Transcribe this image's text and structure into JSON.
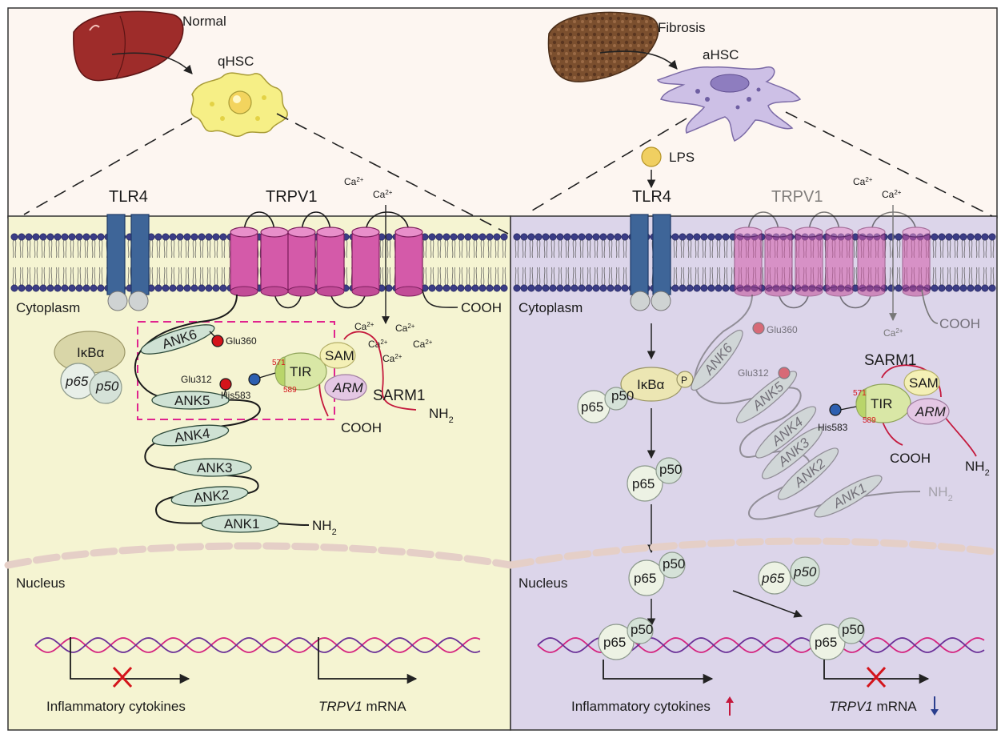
{
  "top": {
    "normal_label": "Normal",
    "qhsc_label": "qHSC",
    "fibrosis_label": "Fibrosis",
    "ahsc_label": "aHSC",
    "lps_label": "LPS"
  },
  "left_panel": {
    "tlr4_label": "TLR4",
    "trpv1_label": "TRPV1",
    "ca_labels": [
      "Ca2+",
      "Ca2+"
    ],
    "ca_inside_labels": [
      "Ca2+",
      "Ca2+",
      "Ca2+",
      "Ca2+",
      "Ca2+"
    ],
    "cooh_label": "COOH",
    "cytoplasm_label": "Cytoplasm",
    "ikba_label": "IκBα",
    "p65_label": "p65",
    "p50_label": "p50",
    "ank_labels": [
      "ANK6",
      "ANK5",
      "ANK4",
      "ANK3",
      "ANK2",
      "ANK1"
    ],
    "nh2_label": "NH2",
    "glu360_label": "Glu360",
    "glu312_label": "Glu312",
    "his583_label": "His583",
    "tir_label": "TIR",
    "sam_label": "SAM",
    "arm_label": "ARM",
    "sarm1_label": "SARM1",
    "num_571": "571",
    "num_589": "589",
    "sarm_cooh_label": "COOH",
    "sarm_nh2_label": "NH2",
    "nucleus_label": "Nucleus",
    "inflammatory_label": "Inflammatory cytokines",
    "trpv1_mrna_gene": "TRPV1",
    "trpv1_mrna_suffix": "mRNA"
  },
  "right_panel": {
    "tlr4_label": "TLR4",
    "trpv1_label": "TRPV1",
    "ca_labels": [
      "Ca2+",
      "Ca2+"
    ],
    "ca_inside_label": "Ca2+",
    "cooh_label": "COOH",
    "cytoplasm_label": "Cytoplasm",
    "ikba_label": "IκBα",
    "p_label": "P",
    "p65_label": "p65",
    "p50_label": "p50",
    "ank_labels": [
      "ANK6",
      "ANK5",
      "ANK4",
      "ANK3",
      "ANK2",
      "ANK1"
    ],
    "nh2_label": "NH2",
    "glu360_label": "Glu360",
    "glu312_label": "Glu312",
    "his583_label": "His583",
    "tir_label": "TIR",
    "sam_label": "SAM",
    "arm_label": "ARM",
    "sarm1_label": "SARM1",
    "num_571": "571",
    "num_589": "589",
    "sarm_cooh_label": "COOH",
    "sarm_nh2_label": "NH2",
    "nucleus_label": "Nucleus",
    "inflammatory_label": "Inflammatory cytokines",
    "trpv1_mrna_gene": "TRPV1",
    "trpv1_mrna_suffix": "mRNA"
  },
  "colors": {
    "left_bg": "#f5f4d2",
    "right_bg": "#dcd5ea",
    "top_bg": "#fdf6f1",
    "tlr4": "#3e6598",
    "trpv1": "#d45aa9",
    "ank": "#cfe2d4",
    "tir": "#d9e7a6",
    "sam": "#f4f0b6",
    "arm": "#e4c7e4",
    "lps": "#f0cf61",
    "red_x": "#d4141b",
    "up_arrow": "#c4183c",
    "down_arrow": "#2a3e8e"
  },
  "icons": [
    "liver-normal-icon",
    "liver-fibrosis-icon",
    "qhsc-cell-icon",
    "ahsc-cell-icon",
    "dna-helix-icon",
    "blocked-x-icon"
  ]
}
